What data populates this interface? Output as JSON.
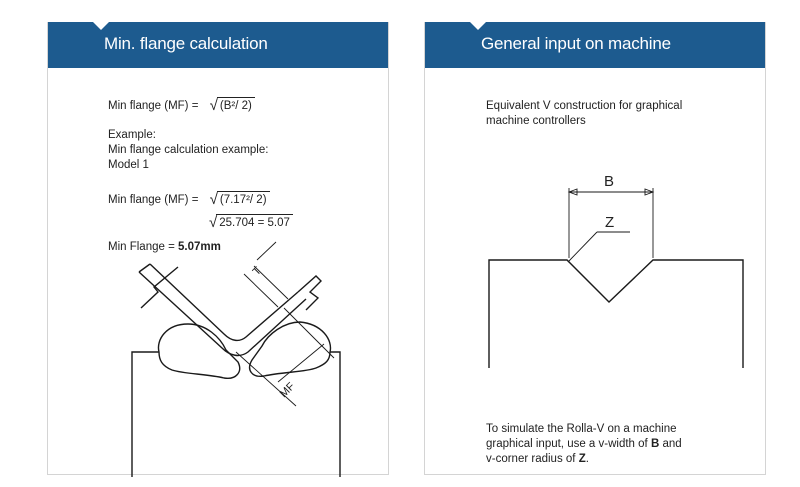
{
  "left_panel": {
    "title": "Min. flange calculation",
    "formula_label": "Min flange (MF) =",
    "formula_expr": "(B²/ 2)",
    "example_label": "Example:",
    "example_line1": "Min flange calculation example:",
    "example_line2": "Model 1",
    "calc_label": "Min flange (MF) =",
    "calc_expr1": "(7.17²/ 2)",
    "calc_expr2": "25.704 = 5.07",
    "result_prefix": "Min Flange = ",
    "result_value": "5.07mm",
    "diagram": {
      "label_t": "T",
      "label_mf": "MF"
    }
  },
  "right_panel": {
    "title": "General input on machine",
    "intro_line1": "Equivalent V construction for graphical",
    "intro_line2": "machine controllers",
    "diagram": {
      "label_b": "B",
      "label_z": "Z"
    },
    "footer_line1": "To simulate the Rolla-V on a machine",
    "footer_line2_a": "graphical input, use a v-width of ",
    "footer_line2_b": "B",
    "footer_line2_c": " and",
    "footer_line3_a": "v-corner radius of ",
    "footer_line3_b": "Z",
    "footer_line3_c": "."
  },
  "colors": {
    "header_bg": "#1d5b8f",
    "border": "#d4d4d4"
  }
}
